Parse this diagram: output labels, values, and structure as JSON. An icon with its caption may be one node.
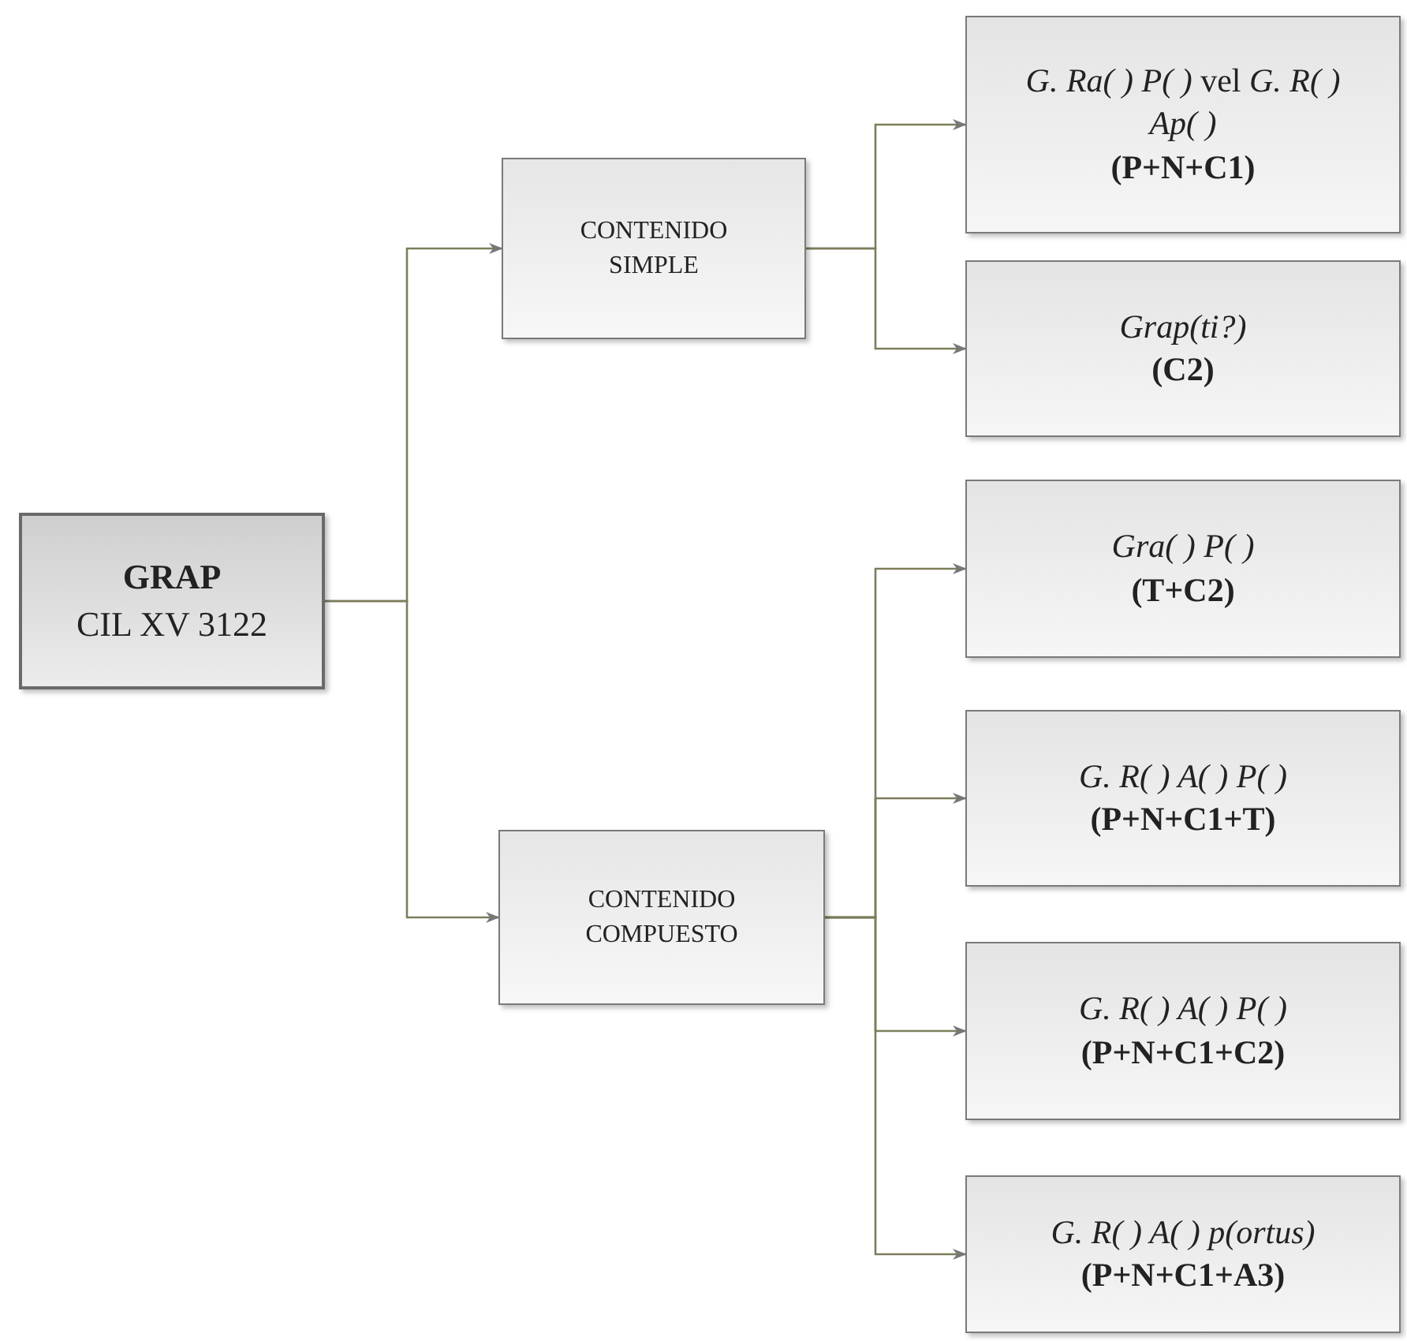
{
  "diagram": {
    "nodes": [
      {
        "text": [
          "GRAP",
          "CIL XV 3122"
        ]
      },
      {
        "text": [
          "CONTENIDO SIMPLE"
        ]
      },
      {
        "text": [
          "CONTENIDO COMPUESTO"
        ]
      },
      {
        "text": [
          "*G. Ra( ) P( )* vel *G. R( ) Ap( )*",
          "(P+N+C1)"
        ]
      },
      {
        "text": [
          "*Grap(ti?)*",
          "(C2)"
        ]
      },
      {
        "text": [
          "*Gra( ) P( )*",
          "(T+C2)"
        ]
      },
      {
        "text": [
          "*G. R( ) A( ) P( )*",
          "(P+N+C1+T)"
        ]
      },
      {
        "text": [
          "*G. R( ) A( ) P( )*",
          "(P+N+C1+C2)"
        ]
      },
      {
        "text": [
          "*G. R( ) A( ) p(ortus)*",
          "(P+N+C1+A3)"
        ]
      }
    ],
    "edges": [
      {
        "from": 0,
        "to": 1,
        "arrow": "to"
      },
      {
        "from": 0,
        "to": 2,
        "arrow": "to"
      },
      {
        "from": 1,
        "to": 3,
        "arrow": "to"
      },
      {
        "from": 1,
        "to": 4,
        "arrow": "to"
      },
      {
        "from": 2,
        "to": 5,
        "arrow": "to"
      },
      {
        "from": 2,
        "to": 6,
        "arrow": "to"
      },
      {
        "from": 2,
        "to": 7,
        "arrow": "to"
      },
      {
        "from": 2,
        "to": 8,
        "arrow": "to"
      }
    ]
  }
}
